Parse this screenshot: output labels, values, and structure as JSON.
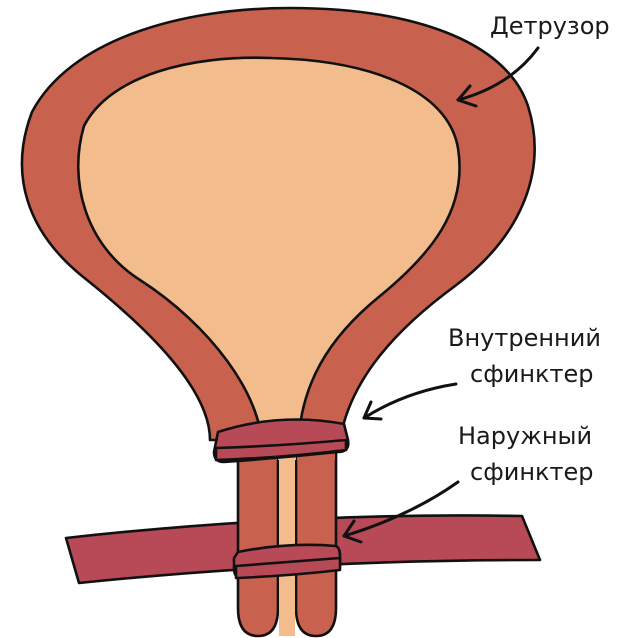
{
  "labels": {
    "detrusor": "Детрузор",
    "internal_line1": "Внутренний",
    "internal_line2": "сфинктер",
    "external_line1": "Наружный",
    "external_line2": "сфинктер"
  },
  "colors": {
    "muscle_wall": "#c9614f",
    "bladder_lumen": "#f2bc8d",
    "sphincter": "#b84a58",
    "pelvic_floor": "#b84a58",
    "outline": "#111111",
    "text": "#1a1a1a"
  }
}
